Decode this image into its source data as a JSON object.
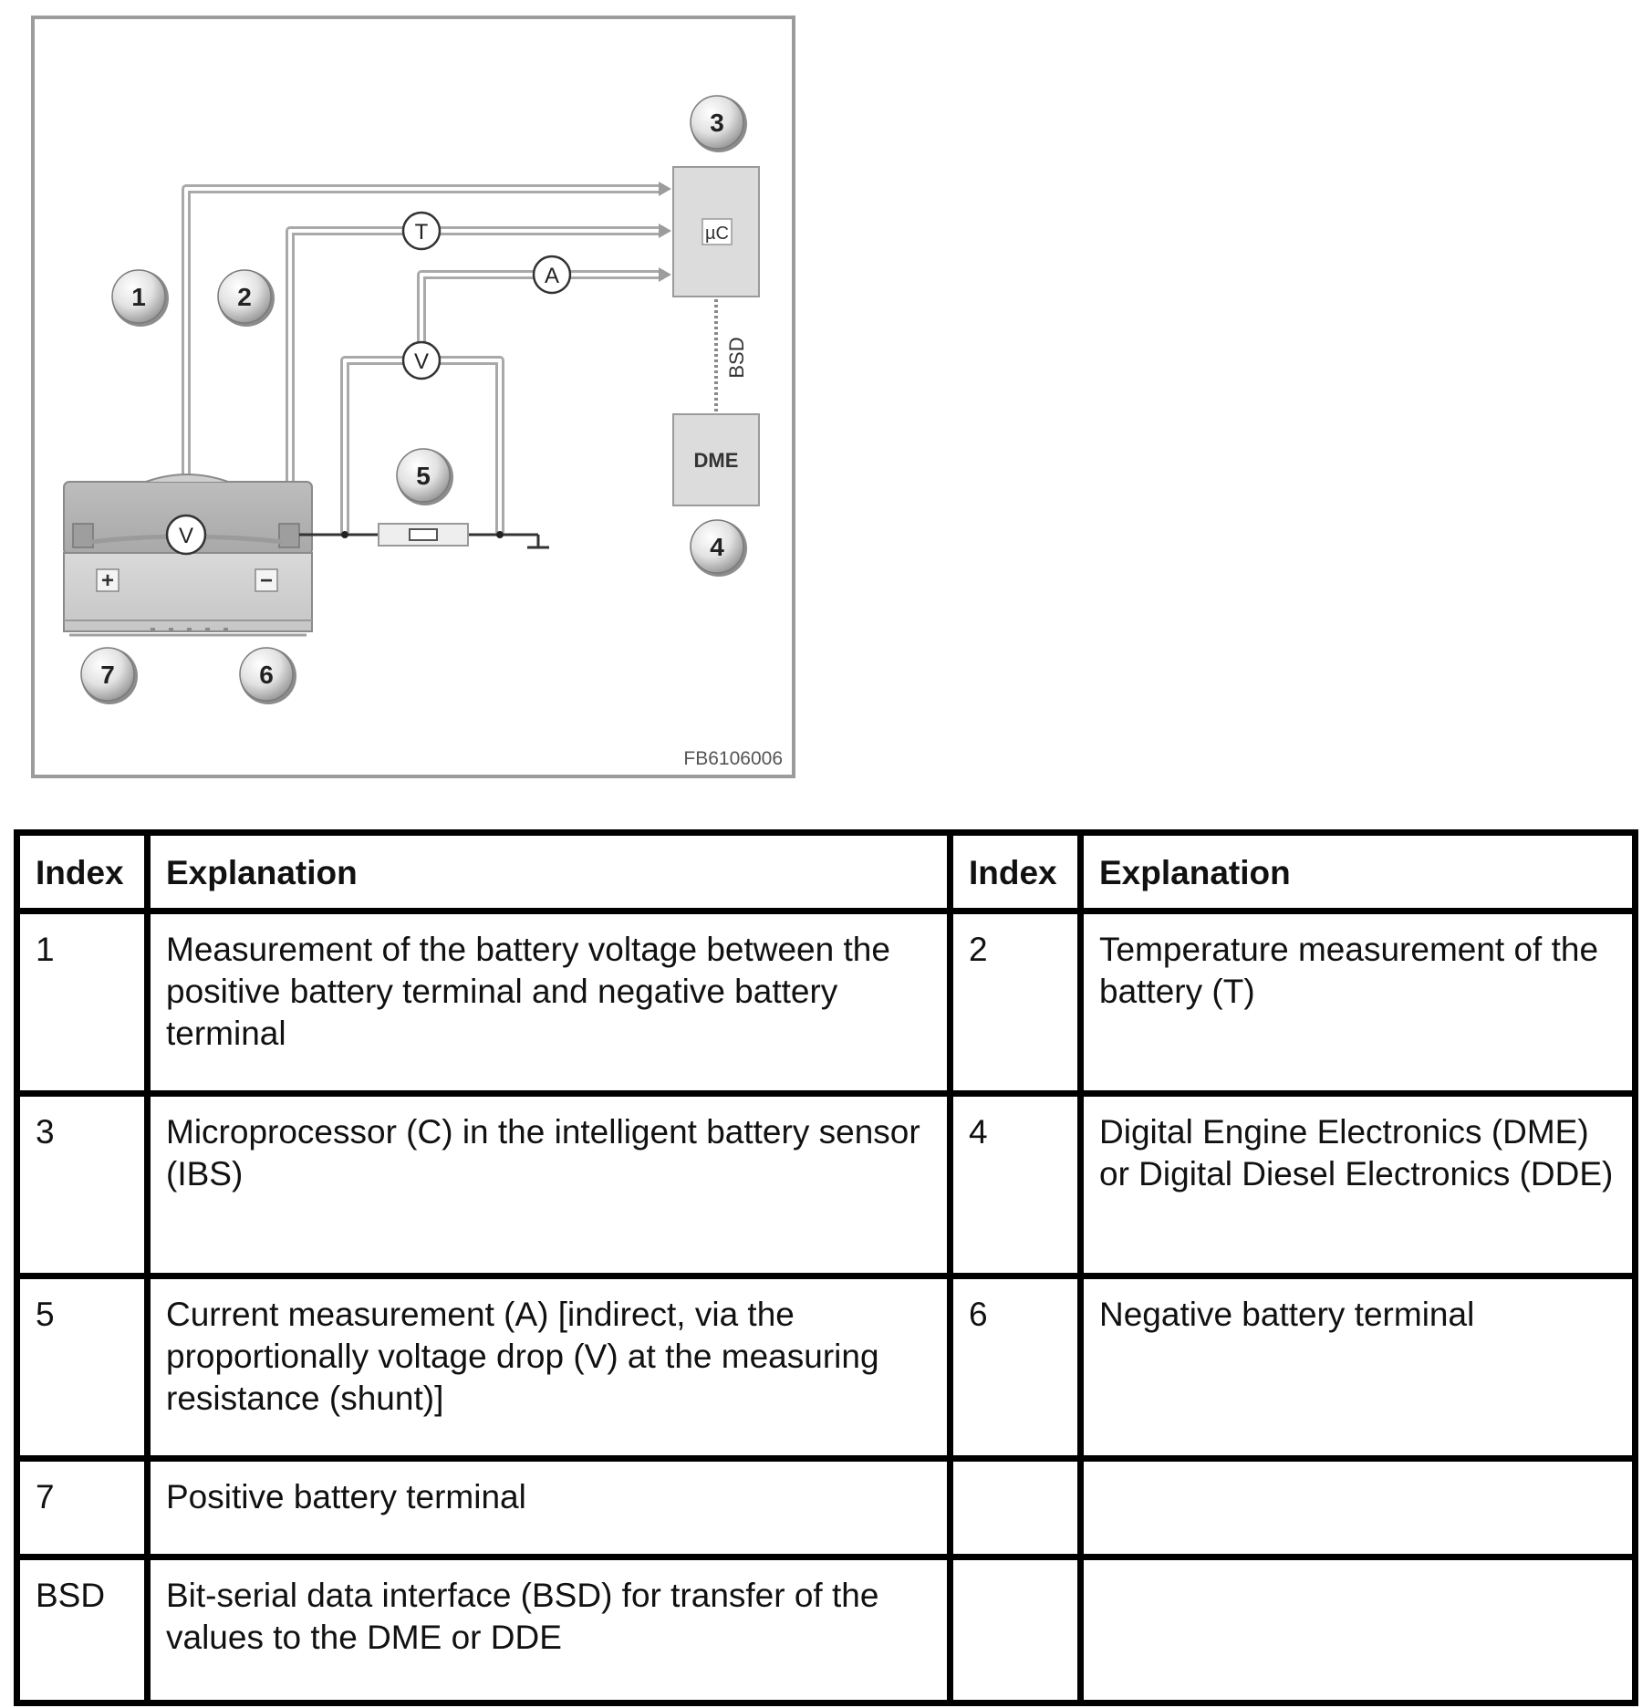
{
  "diagram": {
    "callouts": [
      "1",
      "2",
      "3",
      "4",
      "5",
      "6",
      "7"
    ],
    "meters": [
      "T",
      "A",
      "V",
      "V"
    ],
    "microprocessor_label": "µC",
    "dme_label": "DME",
    "bsd_label": "BSD",
    "terminal_plus": "+",
    "terminal_minus": "−",
    "figure_code": "FB6106006"
  },
  "table": {
    "headers": [
      "Index",
      "Explanation",
      "Index",
      "Explanation"
    ],
    "rows": [
      {
        "i1": "1",
        "e1": "Measurement of the battery voltage between the positive battery terminal and negative battery terminal",
        "i2": "2",
        "e2": "Temperature measurement of the battery (T)"
      },
      {
        "i1": "3",
        "e1": "Microprocessor (C) in the intelligent battery sensor (IBS)",
        "i2": "4",
        "e2": "Digital Engine Electronics (DME) or Digital Diesel Electronics (DDE)"
      },
      {
        "i1": "5",
        "e1": "Current measurement (A) [indirect, via the proportionally voltage drop (V) at the measuring resistance (shunt)]",
        "i2": "6",
        "e2": "Negative battery terminal"
      },
      {
        "i1": "7",
        "e1": "Positive battery terminal",
        "i2": "",
        "e2": ""
      },
      {
        "i1": "BSD",
        "e1": "Bit-serial data interface (BSD) for transfer of the values to the DME or DDE",
        "i2": "",
        "e2": ""
      }
    ]
  }
}
